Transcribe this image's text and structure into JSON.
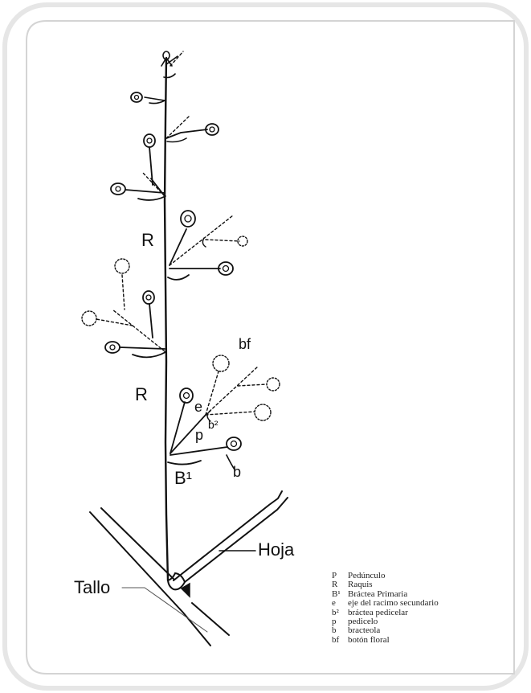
{
  "labels": {
    "raquis_upper": "R",
    "raquis_lower": "R",
    "boton_floral": "bf",
    "eje_secundario": "e",
    "bractea_pedicelar": "b²",
    "pedicelo": "p",
    "bracteola": "b",
    "bractea_primaria": "B¹",
    "hoja": "Hoja",
    "tallo": "Tallo"
  },
  "legend": [
    {
      "key": "P",
      "text": "Pedúnculo"
    },
    {
      "key": "R",
      "text": "Raquis"
    },
    {
      "key": "B¹",
      "text": "Bráctea Primaria"
    },
    {
      "key": "e",
      "text": "eje del racimo secundario"
    },
    {
      "key": "b²",
      "text": "bráctea pedicelar"
    },
    {
      "key": "p",
      "text": "pedicelo"
    },
    {
      "key": "b",
      "text": "bracteola"
    },
    {
      "key": "bf",
      "text": "botón floral"
    }
  ],
  "colors": {
    "frame_outer": "#e4e4e4",
    "frame_inner": "#d6d6d6",
    "ink": "#111111"
  }
}
